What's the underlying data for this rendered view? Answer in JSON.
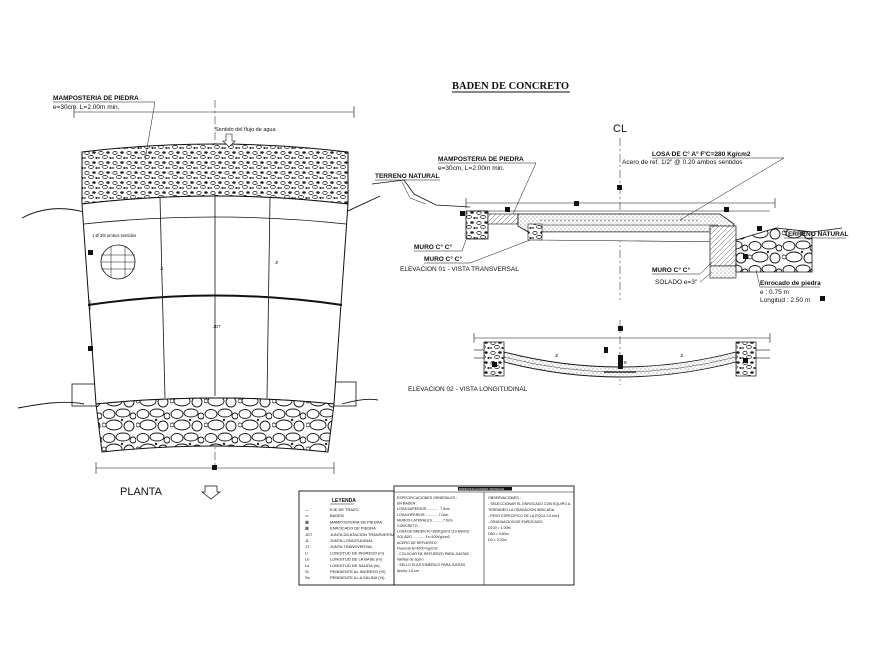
{
  "title": "BADEN DE CONCRETO",
  "axis_symbol": "CL",
  "plan_view": {
    "label": "PLANTA",
    "masonry_title": "MAMPOSTERIA DE PIEDRA",
    "masonry_spec": "e=30cm. L=2.00m min.",
    "flow_label": "Sentido del flujo de agua",
    "detail_label": "1 Ø 3/8 ambos sentidos",
    "joint_label": "JDT",
    "slope_label_left": "Jl",
    "slope_label_right": "Jl"
  },
  "elevation_01": {
    "label": "ELEVACION 01 - VISTA TRANSVERSAL",
    "terrain_left": "TERRENO NATURAL",
    "terrain_right": "TERRENO NATURAL",
    "masonry_title": "MAMPOSTERIA DE PIEDRA",
    "masonry_spec": "e=30cm, L=2.00m min.",
    "slab_label": "LOSA DE C° A° F'C=280 Kg/cm2",
    "rebar_label": "Acero de ref. 1/2\" @ 0.20 ambos sentidos",
    "wall_label_1": "MURO C° C°",
    "wall_label_2": "MURO C° C°",
    "wall_label_3": "MURO C° C°",
    "solado_label": "SOLADO e=3\"",
    "stone_title": "Enrocado de piedra",
    "stone_thickness": "e : 0.75 m",
    "stone_length": "Longitud : 2.50 m"
  },
  "elevation_02": {
    "label": "ELEVACION 02 - VISTA LONGITUDINAL",
    "slope_left": "Jl",
    "slope_right": "Jl",
    "center_label": "B"
  },
  "legend": {
    "title": "LEYENDA",
    "items": [
      {
        "symbol": "—",
        "text": "EJE DE TRAZO"
      },
      {
        "symbol": "▭",
        "text": "BADEN"
      },
      {
        "symbol": "▦",
        "text": "MAMPOSTERIA DE PIEDRA"
      },
      {
        "symbol": "▦",
        "text": "ENROCADO DE PIEDRA"
      },
      {
        "symbol": "JDT",
        "text": "JUNTA DILATACION TRANSVERSAL"
      },
      {
        "symbol": "JL",
        "text": "JUNTA LONGITUDINAL"
      },
      {
        "symbol": "JT",
        "text": "JUNTA TRANSVERSAL"
      },
      {
        "symbol": "Li",
        "text": "LONGITUD DE INGRESO (m)"
      },
      {
        "symbol": "Lb",
        "text": "LONGITUD DE LA BASE (m)"
      },
      {
        "symbol": "Ls",
        "text": "LONGITUD DE SALIDA (m)"
      },
      {
        "symbol": "Si",
        "text": "PENDIENTE AL INGRESO (%)"
      },
      {
        "symbol": "Ss",
        "text": "PENDIENTE A LA SALIDA (%)"
      }
    ]
  },
  "specs": {
    "header": "ESPECIFICACIONES TECNICAS",
    "column_1": [
      "ESPECIFICACIONES GENERALES :",
      "EN BADEN :",
      "LOSA SUPERIOR ............ 7.0cm",
      "LOSA INFERIOR ............ 7.0cm",
      "MUROS LATERALES ......... 7.0cm",
      "CONCRETO :",
      "LOSA DE BADEN f'c=280Kg/cm2 (10 kN/m2)",
      "SOLADO ............ f'c=100Kg/cm2",
      "ACERO DE REFUERZO :",
      "Fluencia fy=4200 Kg/cm2",
      "- COLOCAR DE REFUERZO PARA JUNTAS",
      "  Varillas de acero",
      "- SELLO ELASTOMERICO PARA JUNTAS",
      "  Ancho 1.5 cm"
    ],
    "column_2": [
      "OBSERVACIONES :",
      "- SELECCIONAR EL ENROCADO CON EQUIPO A-",
      "  TERRANEO LA GRADACION INDICADA",
      "- PESO ESPECIFICO DE LA ROCA 2.6 t/m3",
      "- GRADUACION DE ENROCADO:",
      "D100 = 1.00m",
      "D50 = 0.60m",
      "D0 = 0.20m"
    ]
  }
}
